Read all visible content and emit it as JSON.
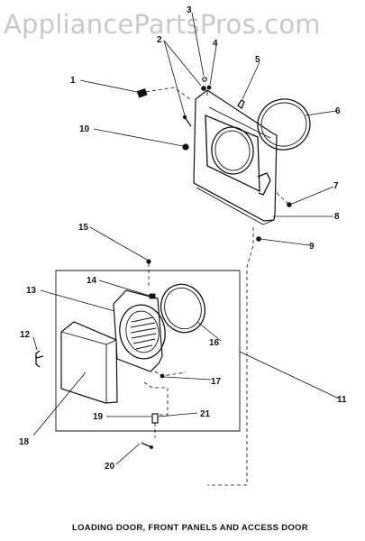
{
  "watermark": "AppliancePartsPros.com",
  "caption": "LOADING DOOR, FRONT PANELS AND ACCESS DOOR",
  "callouts": {
    "c1": "1",
    "c2": "2",
    "c3": "3",
    "c4": "4",
    "c5": "5",
    "c6": "6",
    "c7": "7",
    "c8": "8",
    "c9": "9",
    "c10": "10",
    "c11": "11",
    "c12": "12",
    "c13": "13",
    "c14": "14",
    "c15": "15",
    "c16": "16",
    "c17": "17",
    "c18": "18",
    "c19": "19",
    "c20": "20",
    "c21": "21"
  }
}
